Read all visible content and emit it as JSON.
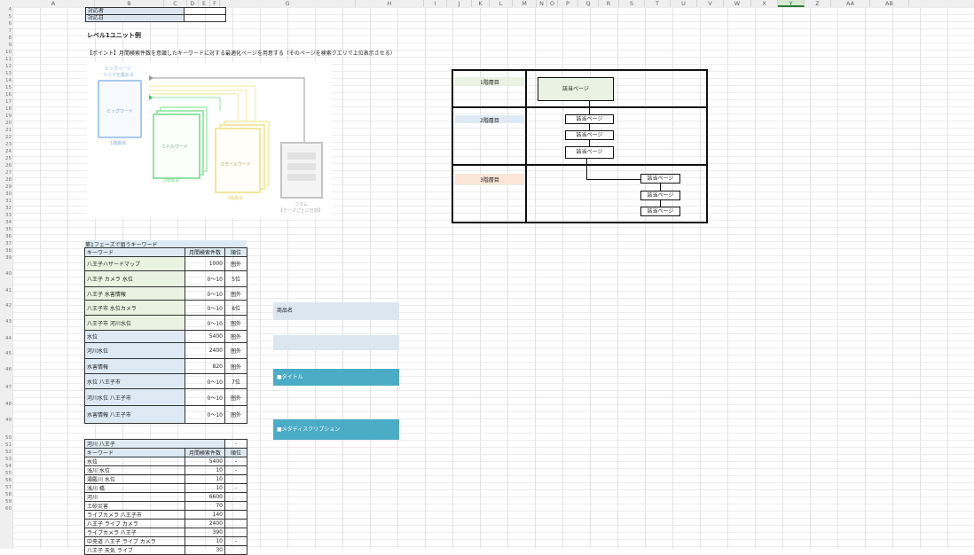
{
  "columns": [
    "A",
    "B",
    "C",
    "D",
    "E",
    "F",
    "G",
    "H",
    "I",
    "J",
    "K",
    "L",
    "M",
    "N",
    "O",
    "P",
    "Q",
    "R",
    "S",
    "T",
    "U",
    "V",
    "W",
    "X",
    "Y",
    "Z",
    "AA",
    "AB"
  ],
  "selected_column": "Y",
  "rows": [
    "4",
    "5",
    "6",
    "7",
    "8",
    "9",
    "10",
    "11",
    "12",
    "13",
    "14",
    "15",
    "16",
    "17",
    "18",
    "19",
    "20",
    "21",
    "22",
    "23",
    "24",
    "25",
    "26",
    "27",
    "28",
    "29",
    "30",
    "31",
    "32",
    "33",
    "34",
    "35",
    "36",
    "37",
    "38",
    "39",
    "40",
    "41",
    "42",
    "43",
    "44",
    "45",
    "46",
    "47",
    "48",
    "49",
    "50",
    "51",
    "52",
    "53",
    "54",
    "55",
    "56",
    "57",
    "58",
    "59",
    "60"
  ],
  "header_fields": {
    "owner": "対応者",
    "date": "対応日"
  },
  "section_title": "レベル1ユニット例",
  "point_text": "【ポイント】月間検索件数を意識したキーワードに対する最適化ページを用意する（そのページを検索クエリで上位表示させる）",
  "illustration": {
    "top_note_1": "ビッグページ",
    "top_note_2": "リンクを集める",
    "big_word": "ビッグワード",
    "level1": "1階層目",
    "middle_word": "ミドルワード",
    "level2": "2階層目",
    "small_word": "スモールワード",
    "level3": "3階層目",
    "column_1": "コラム",
    "column_2": "【テーマごとに分割】"
  },
  "tree": {
    "level1": "1階層目",
    "level2": "2階層目",
    "level3": "3階層目",
    "node_label": "該当ページ"
  },
  "kw_title": "第1フェーズで狙うキーワード",
  "kw_headers": [
    "キーワード",
    "月間検索件数",
    "順位"
  ],
  "kw_rows": [
    [
      "八王子ハザードマップ",
      "1000",
      "圏外"
    ],
    [
      "八王子 カメラ 水位",
      "0～10",
      "5位"
    ],
    [
      "八王子 水害情報",
      "0～10",
      "圏外"
    ],
    [
      "八王子市 水位カメラ",
      "0～10",
      "8位"
    ],
    [
      "八王子市 河川水位",
      "0～10",
      "圏外"
    ],
    [
      "水位",
      "5400",
      "圏外"
    ],
    [
      "河川水位",
      "2400",
      "圏外"
    ],
    [
      "水害情報",
      "820",
      "圏外"
    ],
    [
      "水位 八王子市",
      "0～10",
      "7位"
    ],
    [
      "河川水位 八王子市",
      "0～10",
      "圏外"
    ],
    [
      "水害情報 八王子市",
      "0～10",
      "圏外"
    ]
  ],
  "kw2_title": "河川 八王子",
  "kw2_title_rank": "-",
  "kw2_headers": [
    "キーワード",
    "月間検索件数",
    "順位"
  ],
  "kw2_rows": [
    [
      "水位",
      "5400",
      "-"
    ],
    [
      "浅川 水位",
      "10",
      "-"
    ],
    [
      "湯殿川 水位",
      "10",
      ""
    ],
    [
      "浅川 橋",
      "10",
      "-"
    ],
    [
      "河川",
      "6600",
      ""
    ],
    [
      "土砂災害",
      "70",
      ""
    ],
    [
      "ライブカメラ 八王子市",
      "140",
      ""
    ],
    [
      "八王子 ライブ カメラ",
      "2400",
      ""
    ],
    [
      "ライブカメラ 八王子",
      "390",
      ""
    ],
    [
      "中央道 八王子 ライブ カメラ",
      "10",
      "-"
    ],
    [
      "八王子 天気 ライブ",
      "30",
      ""
    ]
  ],
  "right_form": {
    "shop_name": "商品名",
    "title": "■タイトル",
    "meta": "■メタディスクリプション"
  },
  "colors": {
    "light_green": "#eaf2e1",
    "light_blue": "#ddeaf3",
    "light_orange": "#fbe5d6",
    "teal": "#4bacc6"
  }
}
